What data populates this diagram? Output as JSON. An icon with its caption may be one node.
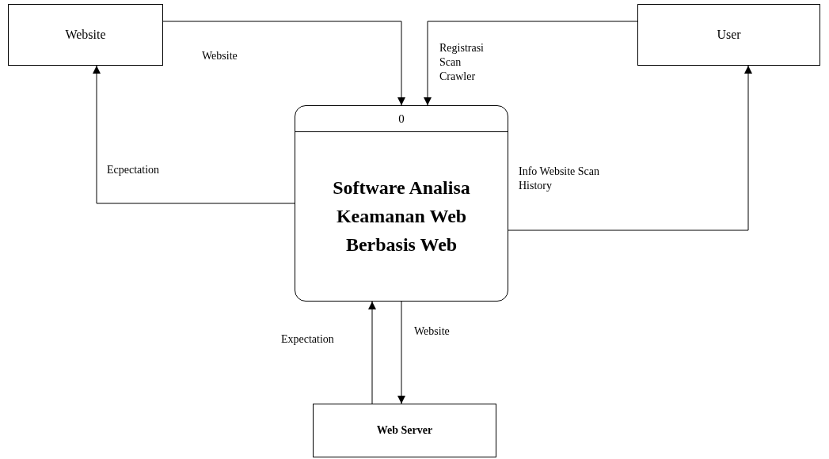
{
  "diagram": {
    "nodes": [
      {
        "text": [
          "Website"
        ]
      },
      {
        "text": [
          "User"
        ]
      },
      {
        "text": [
          "0",
          "Software Analisa Keamanan Web Berbasis Web"
        ]
      },
      {
        "text": [
          "Web Server"
        ]
      }
    ],
    "edges": [
      {
        "from": 0,
        "to": 2,
        "arrow": "to",
        "label": "Website"
      },
      {
        "from": 1,
        "to": 2,
        "arrow": "to",
        "label": "Registrasi Scan Crawler"
      },
      {
        "from": 2,
        "to": 0,
        "arrow": "to",
        "label": "Ecpectation"
      },
      {
        "from": 2,
        "to": 1,
        "arrow": "to",
        "label": "Info Website Scan History"
      },
      {
        "from": 3,
        "to": 2,
        "arrow": "to",
        "label": "Expectation"
      },
      {
        "from": 2,
        "to": 3,
        "arrow": "to",
        "label": "Website"
      }
    ]
  }
}
